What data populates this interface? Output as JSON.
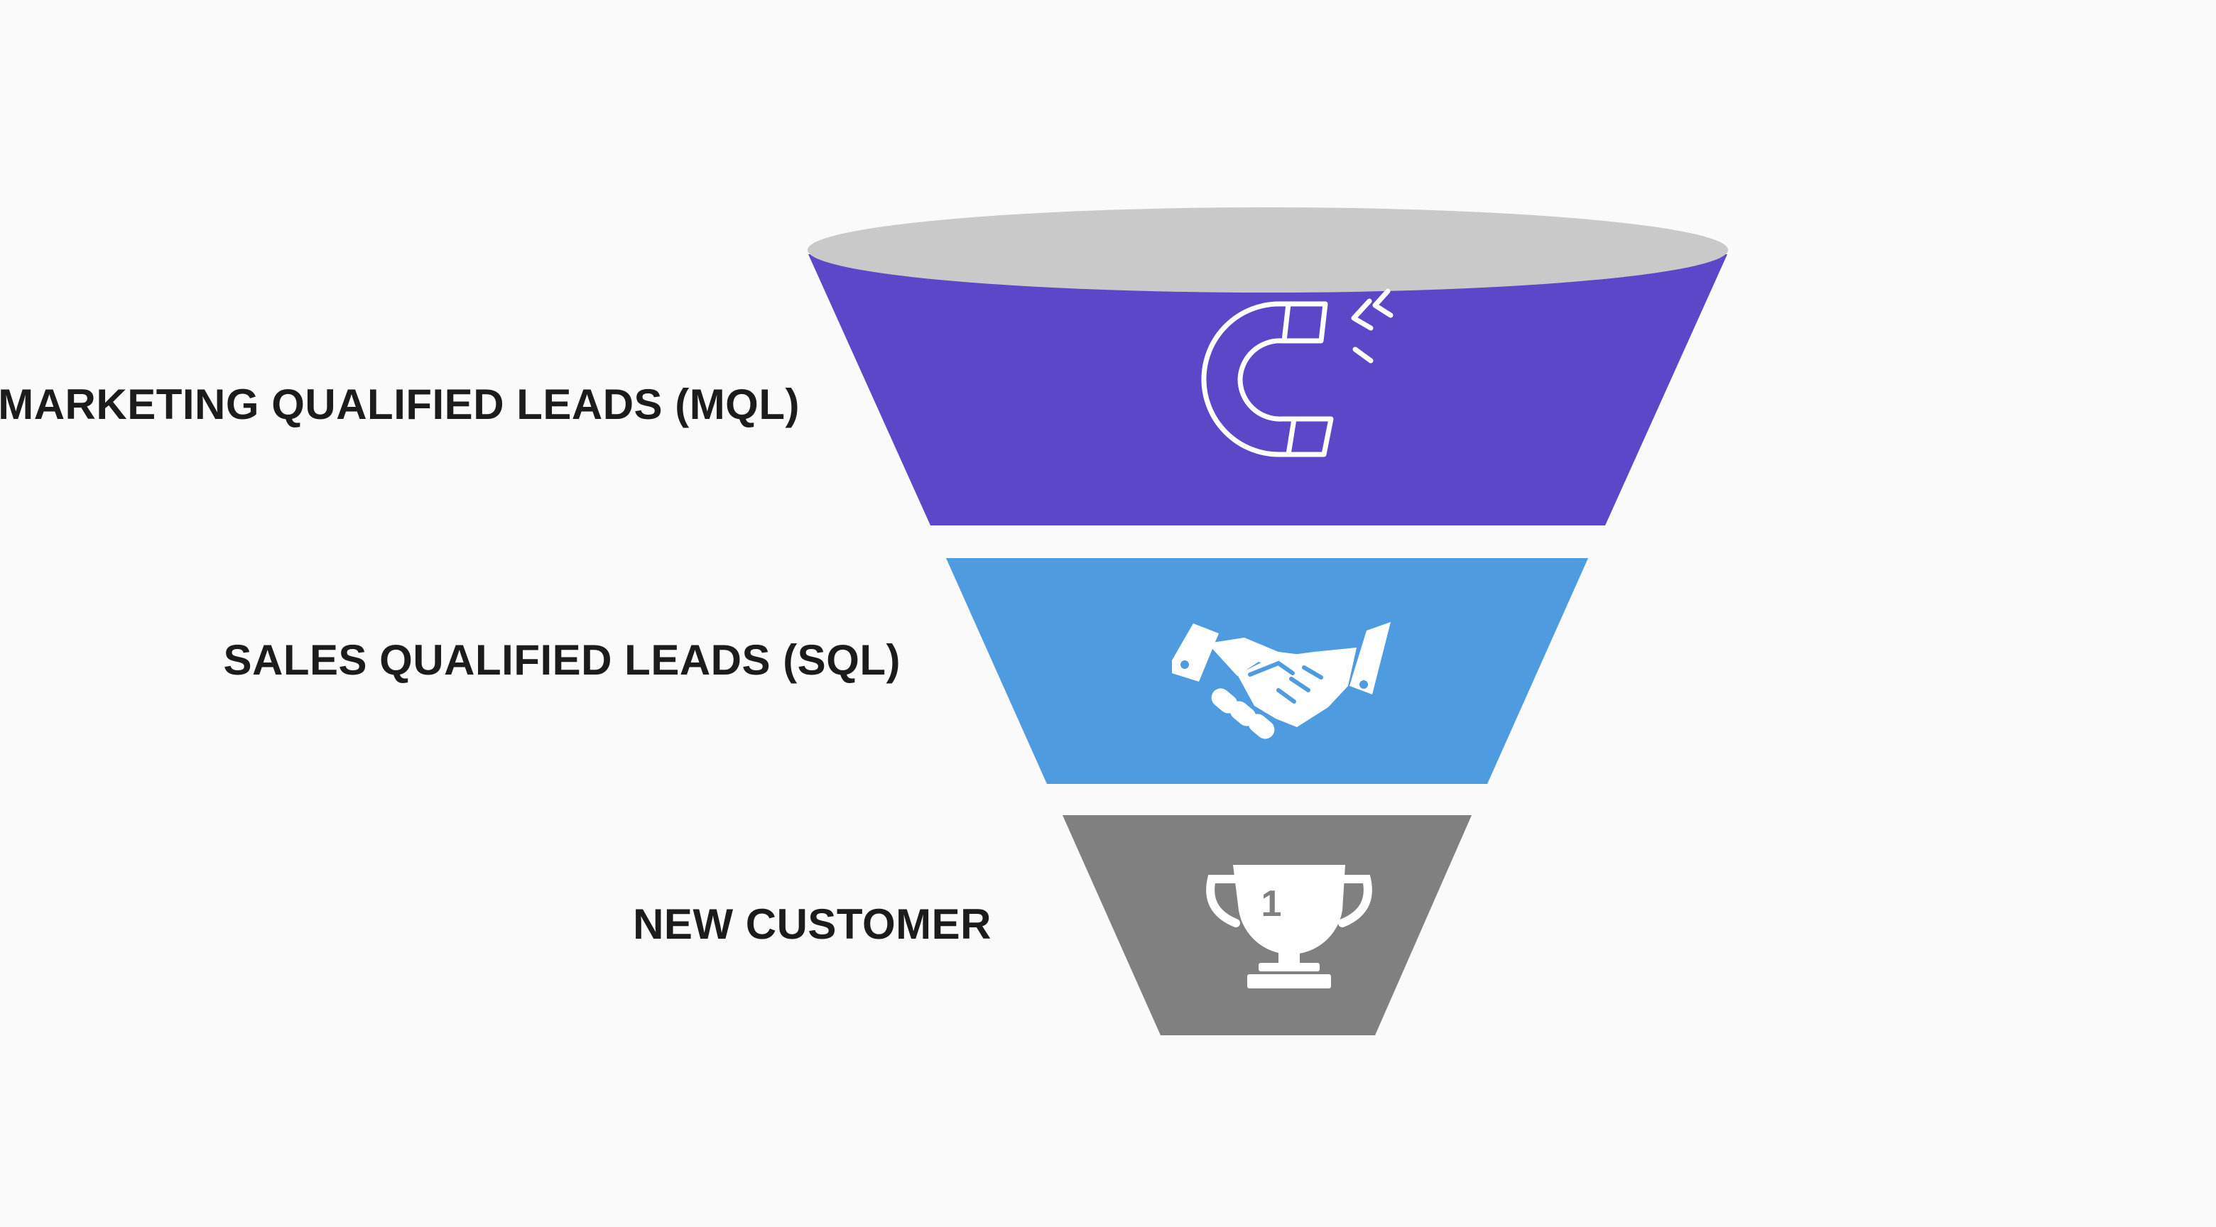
{
  "colors": {
    "background": "#fafafa",
    "funnel_top": "#c9c9c9",
    "mql_band": "#5d47c9",
    "sql_band": "#4f9be0",
    "customer_band": "#808080",
    "icon": "#ffffff",
    "label_text": "#1c1c1c"
  },
  "stages": [
    {
      "label": "MARKETING QUALIFIED LEADS (MQL)",
      "icon": "magnet-icon"
    },
    {
      "label": "SALES QUALIFIED LEADS (SQL)",
      "icon": "handshake-icon"
    },
    {
      "label": "NEW CUSTOMER",
      "icon": "trophy-icon",
      "icon_text": "1"
    }
  ]
}
